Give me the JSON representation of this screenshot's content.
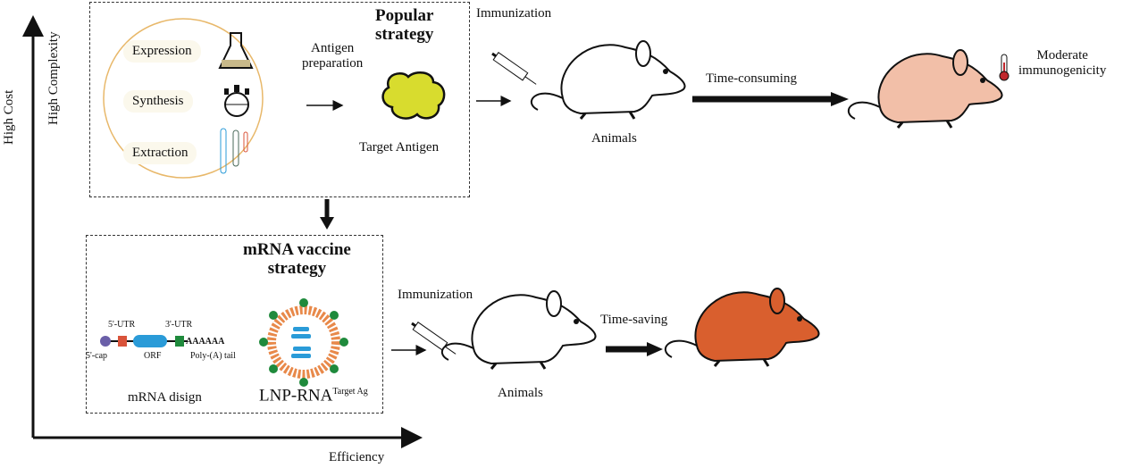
{
  "axes": {
    "y_outer": "High Cost",
    "y_inner": "High Complexity",
    "x": "Efficiency"
  },
  "popular": {
    "title_line1": "Popular",
    "title_line2": "strategy",
    "methods": [
      "Expression",
      "Synthesis",
      "Extraction"
    ],
    "step_line1": "Antigen",
    "step_line2": "preparation",
    "antigen_label": "Target Antigen",
    "immunization": "Immunization",
    "animals": "Animals",
    "time": "Time-consuming",
    "result_line1": "Moderate",
    "result_line2": "immunogenicity"
  },
  "mrna": {
    "title_line1": "mRNA vaccine",
    "title_line2": "strategy",
    "utr5": "5'-UTR",
    "utr3": "3'-UTR",
    "cap": "5'-cap",
    "orf": "ORF",
    "polya_seq": "AAAAAA",
    "polya": "Poly-(A) tail",
    "design_label": "mRNA disign",
    "lnp_label": "LNP-RNA",
    "lnp_sup": "Target Ag",
    "immunization": "Immunization",
    "animals": "Animals",
    "time": "Time-saving"
  },
  "colors": {
    "antigen": "#d8dc2e",
    "mouse_pink": "#f2bfa8",
    "mouse_orange": "#d95f2e",
    "lipid": "#e8894a",
    "rna": "#2a9bd8",
    "protein": "#1f8a3c",
    "circle": "#e8b86a"
  }
}
